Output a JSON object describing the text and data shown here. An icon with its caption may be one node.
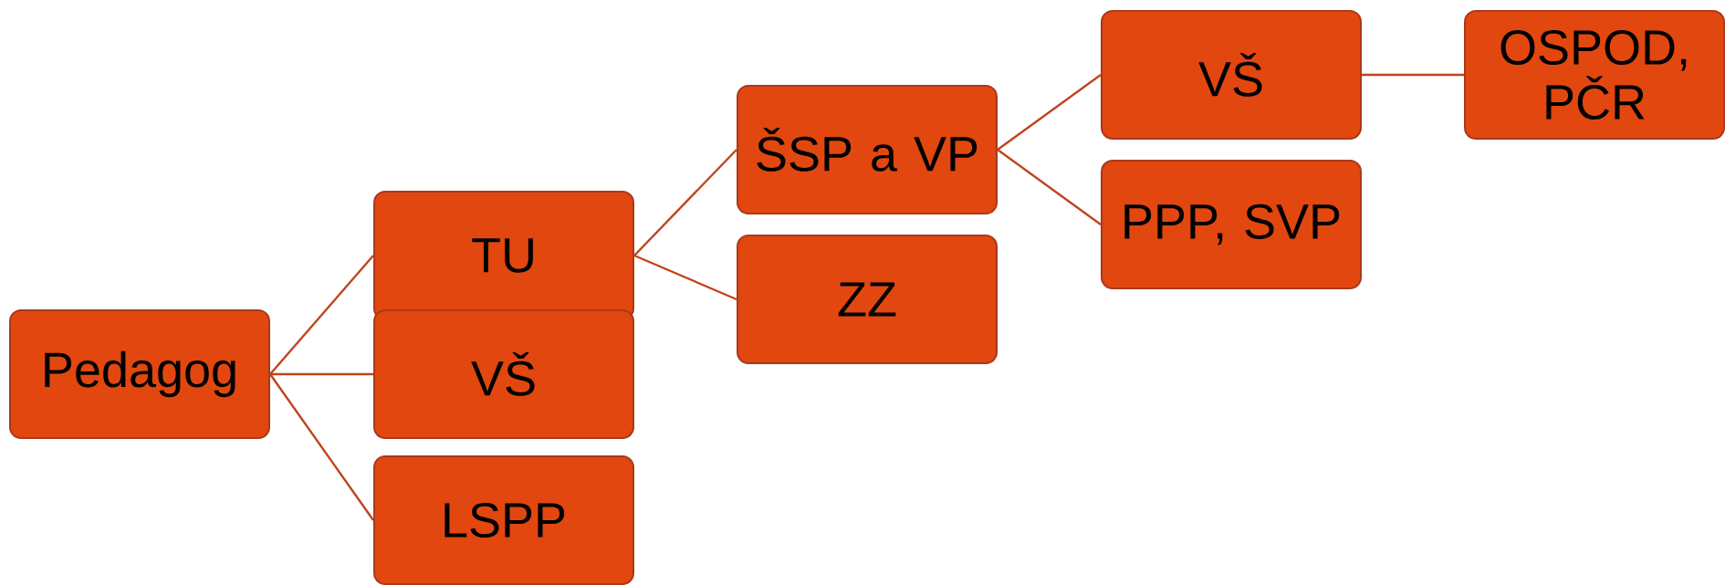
{
  "diagram": {
    "nodes": [
      {
        "text": [
          "Pedagog"
        ]
      },
      {
        "text": [
          "TU"
        ]
      },
      {
        "text": [
          "VŠ"
        ]
      },
      {
        "text": [
          "LSPP"
        ]
      },
      {
        "text": [
          "ŠSP a VP"
        ]
      },
      {
        "text": [
          "ZZ"
        ]
      },
      {
        "text": [
          "VŠ"
        ]
      },
      {
        "text": [
          "PPP, SVP"
        ]
      },
      {
        "text": [
          "OSPOD, PČR"
        ]
      }
    ],
    "edges": [
      {
        "from": 0,
        "to": 1,
        "arrow": "none"
      },
      {
        "from": 0,
        "to": 2,
        "arrow": "none"
      },
      {
        "from": 0,
        "to": 3,
        "arrow": "none"
      },
      {
        "from": 1,
        "to": 4,
        "arrow": "none"
      },
      {
        "from": 1,
        "to": 5,
        "arrow": "none"
      },
      {
        "from": 4,
        "to": 6,
        "arrow": "none"
      },
      {
        "from": 4,
        "to": 7,
        "arrow": "none"
      },
      {
        "from": 6,
        "to": 8,
        "arrow": "none"
      }
    ]
  }
}
